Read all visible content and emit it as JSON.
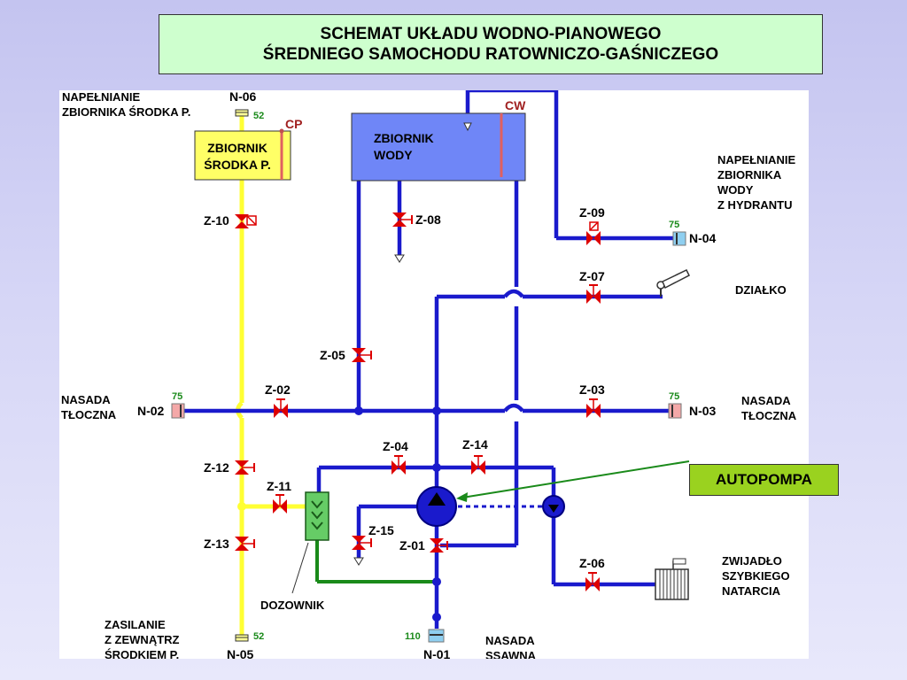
{
  "title": {
    "line1": "SCHEMAT UKŁADU WODNO-PIANOWEGO",
    "line2": "ŚREDNIEGO SAMOCHODU RATOWNICZO-GAŚNICZEGO"
  },
  "callout": {
    "autopompa": "AUTOPOMPA"
  },
  "tanks": {
    "foam": {
      "line1": "ZBIORNIK",
      "line2": "ŚRODKA P.",
      "gauge": "CP"
    },
    "water": {
      "line1": "ZBIORNIK",
      "line2": "WODY",
      "gauge": "CW"
    }
  },
  "connections": {
    "n06": {
      "id": "N-06",
      "size": "52",
      "desc1": "NAPEŁNIANIE",
      "desc2": "ZBIORNIKA  ŚRODKA P."
    },
    "n05": {
      "id": "N-05",
      "size": "52",
      "desc1": "ZASILANIE",
      "desc2": "Z ZEWNĄTRZ",
      "desc3": "ŚRODKIEM  P."
    },
    "n02": {
      "id": "N-02",
      "size": "75",
      "desc1": "NASADA",
      "desc2": "TŁOCZNA"
    },
    "n03": {
      "id": "N-03",
      "size": "75",
      "desc1": "NASADA",
      "desc2": "TŁOCZNA"
    },
    "n04": {
      "id": "N-04",
      "size": "75",
      "desc1": "NAPEŁNIANIE",
      "desc2": "ZBIORNIKA",
      "desc3": "WODY",
      "desc4": "Z HYDRANTU"
    },
    "n01": {
      "id": "N-01",
      "size": "110",
      "desc1": "NASADA",
      "desc2": "SSAWNA"
    }
  },
  "valves": {
    "z01": "Z-01",
    "z02": "Z-02",
    "z03": "Z-03",
    "z04": "Z-04",
    "z05": "Z-05",
    "z06": "Z-06",
    "z07": "Z-07",
    "z08": "Z-08",
    "z09": "Z-09",
    "z10": "Z-10",
    "z11": "Z-11",
    "z12": "Z-12",
    "z13": "Z-13",
    "z14": "Z-14",
    "z15": "Z-15"
  },
  "equipment": {
    "dzialko": "DZIAŁKO",
    "dozownik": "DOZOWNIK",
    "reel1": "ZWIJADŁO",
    "reel2": "SZYBKIEGO",
    "reel3": "NATARCIA"
  },
  "colors": {
    "water_line": "#1a1acc",
    "foam_line": "#ffff33",
    "premix_line": "#1a8a1a",
    "valve": "#dd0000",
    "pump": "#1a1acc",
    "foam_tank": "#ffff66",
    "water_tank": "#6f86f7",
    "connection_size": "#1a8a1a"
  },
  "icons": {
    "valve": "valve-icon",
    "pump": "pump-icon",
    "dosing": "dosing-icon",
    "monitor": "monitor-nozzle-icon",
    "reel": "hose-reel-icon"
  }
}
